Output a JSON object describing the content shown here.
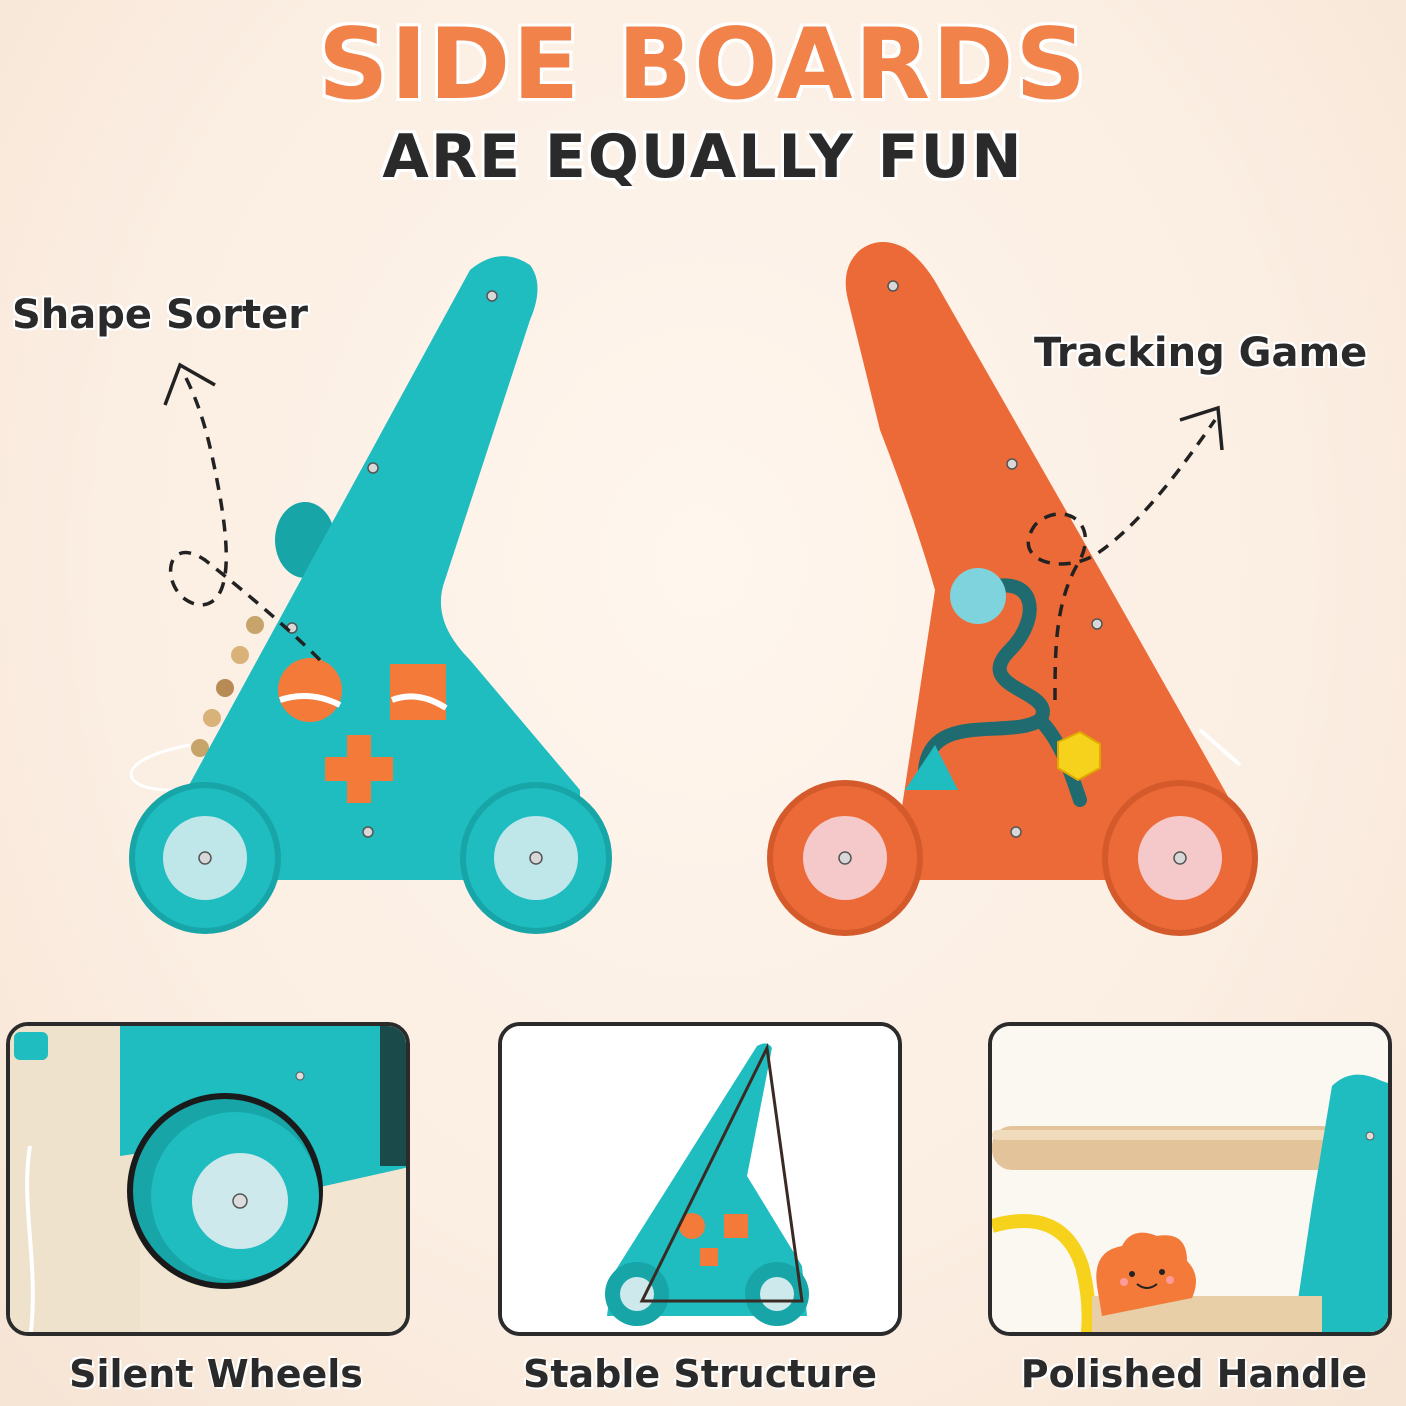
{
  "title": {
    "main": "SIDE BOARDS",
    "sub": "ARE EQUALLY FUN"
  },
  "callouts": {
    "left": "Shape Sorter",
    "right": "Tracking Game"
  },
  "captions": [
    "Silent Wheels",
    "Stable Structure",
    "Polished Handle"
  ],
  "colors": {
    "teal": "#1fbcc0",
    "orange": "#ec6a37",
    "title_orange": "#f0824a",
    "text_dark": "#2a2a2a",
    "background": "#fbeee2"
  }
}
